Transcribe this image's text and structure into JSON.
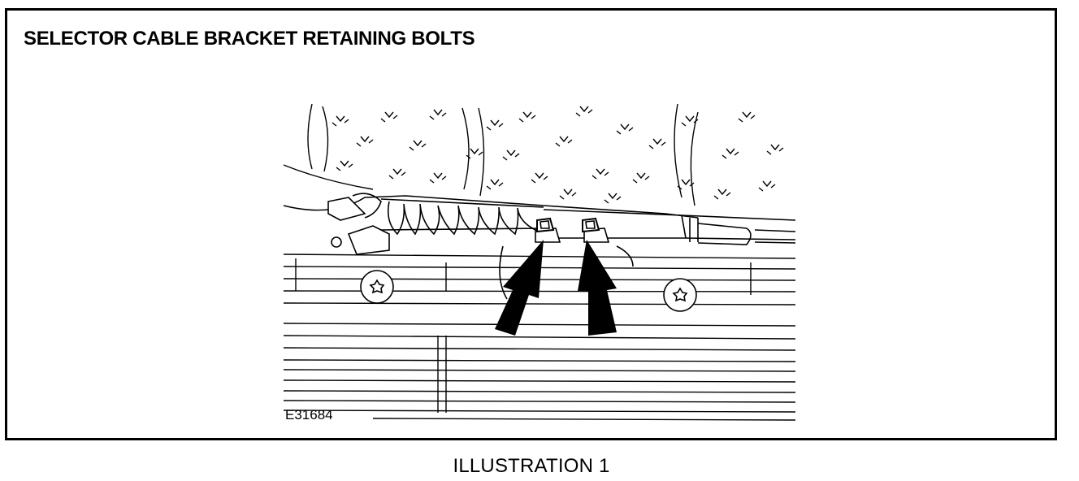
{
  "figure": {
    "title": "SELECTOR CABLE BRACKET RETAINING BOLTS",
    "reference": "E31684",
    "caption": "ILLUSTRATION 1"
  },
  "icons": [
    "arrow-icon",
    "bolt-icon",
    "gear-icon"
  ]
}
